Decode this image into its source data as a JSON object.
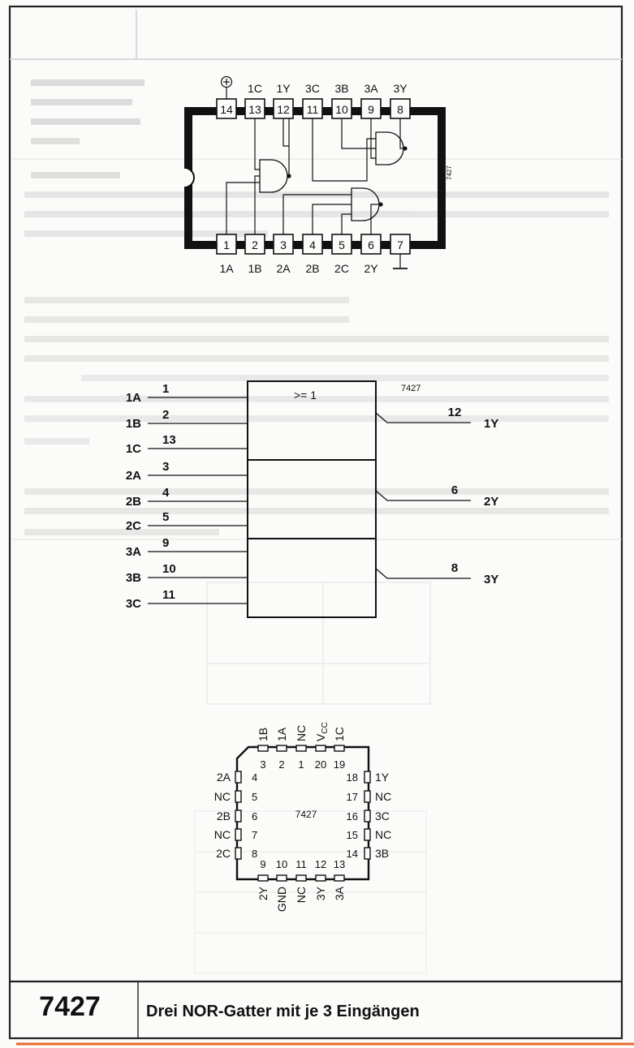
{
  "chip": "7427",
  "title": "Drei NOR-Gatter mit je 3 Eingängen",
  "dip": {
    "top_pins": [
      {
        "num": "14",
        "label": "⊕"
      },
      {
        "num": "13",
        "label": "1C"
      },
      {
        "num": "12",
        "label": "1Y"
      },
      {
        "num": "11",
        "label": "3C"
      },
      {
        "num": "10",
        "label": "3B"
      },
      {
        "num": "9",
        "label": "3A"
      },
      {
        "num": "8",
        "label": "3Y"
      }
    ],
    "bottom_pins": [
      {
        "num": "1",
        "label": "1A"
      },
      {
        "num": "2",
        "label": "1B"
      },
      {
        "num": "3",
        "label": "2A"
      },
      {
        "num": "4",
        "label": "2B"
      },
      {
        "num": "5",
        "label": "2C"
      },
      {
        "num": "6",
        "label": "2Y"
      },
      {
        "num": "7",
        "label": "⊥"
      }
    ]
  },
  "logic": {
    "symbol": ">= 1",
    "inputs": [
      {
        "label": "1A",
        "pin": "1"
      },
      {
        "label": "1B",
        "pin": "2"
      },
      {
        "label": "1C",
        "pin": "13"
      },
      {
        "label": "2A",
        "pin": "3"
      },
      {
        "label": "2B",
        "pin": "4"
      },
      {
        "label": "2C",
        "pin": "5"
      },
      {
        "label": "3A",
        "pin": "9"
      },
      {
        "label": "3B",
        "pin": "10"
      },
      {
        "label": "3C",
        "pin": "11"
      }
    ],
    "outputs": [
      {
        "label": "1Y",
        "pin": "12"
      },
      {
        "label": "2Y",
        "pin": "6"
      },
      {
        "label": "3Y",
        "pin": "8"
      }
    ]
  },
  "plcc": {
    "top_pins": [
      {
        "num": "3",
        "label": "1B"
      },
      {
        "num": "2",
        "label": "1A"
      },
      {
        "num": "1",
        "label": "NC"
      },
      {
        "num": "20",
        "label": "VCC"
      },
      {
        "num": "19",
        "label": "1C"
      }
    ],
    "left_pins": [
      {
        "num": "4",
        "label": "2A"
      },
      {
        "num": "5",
        "label": "NC"
      },
      {
        "num": "6",
        "label": "2B"
      },
      {
        "num": "7",
        "label": "NC"
      },
      {
        "num": "8",
        "label": "2C"
      }
    ],
    "right_pins": [
      {
        "num": "18",
        "label": "1Y"
      },
      {
        "num": "17",
        "label": "NC"
      },
      {
        "num": "16",
        "label": "3C"
      },
      {
        "num": "15",
        "label": "NC"
      },
      {
        "num": "14",
        "label": "3B"
      }
    ],
    "bottom_pins": [
      {
        "num": "9",
        "label": "2Y"
      },
      {
        "num": "10",
        "label": "GND"
      },
      {
        "num": "11",
        "label": "NC"
      },
      {
        "num": "12",
        "label": "3Y"
      },
      {
        "num": "13",
        "label": "3A"
      }
    ]
  }
}
